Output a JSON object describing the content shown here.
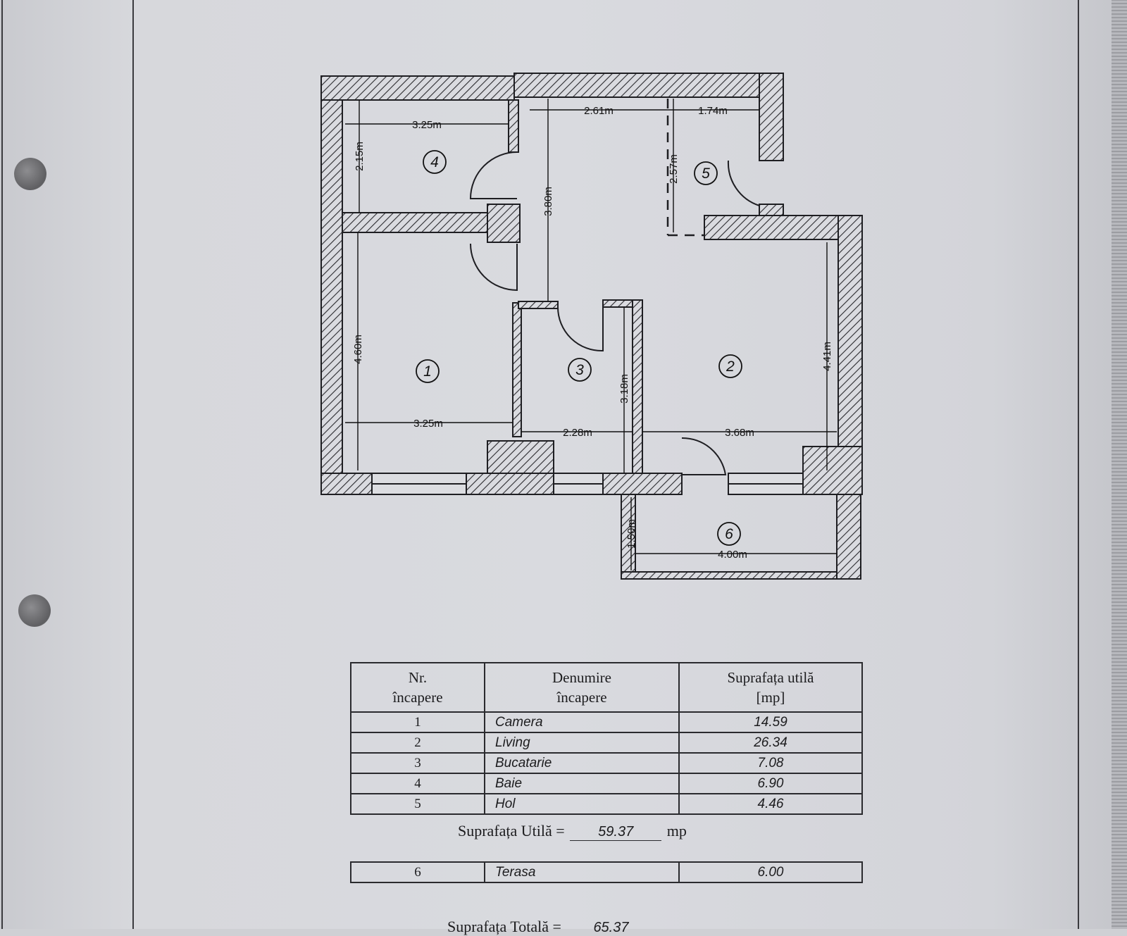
{
  "floor_plan": {
    "rooms": [
      {
        "number": "1"
      },
      {
        "number": "2"
      },
      {
        "number": "3"
      },
      {
        "number": "4"
      },
      {
        "number": "5"
      },
      {
        "number": "6"
      }
    ],
    "dimensions": {
      "r4_width": "3.25m",
      "r4_height": "2.15m",
      "hall_width": "2.61m",
      "r5_width": "1.74m",
      "hall_height": "3.80m",
      "r5_height": "2.57m",
      "r1_height": "4.60m",
      "r1_width": "3.25m",
      "r3_width": "2.28m",
      "r3_height": "3.18m",
      "r2_width": "3.68m",
      "r2_height": "4.41m",
      "r6_height": "1.50m",
      "r6_width": "4.00m"
    }
  },
  "table": {
    "headers": {
      "nr": [
        "Nr.",
        "încapere"
      ],
      "denumire": [
        "Denumire",
        "încapere"
      ],
      "suprafata": [
        "Suprafața utilă",
        "[mp]"
      ]
    },
    "rows": [
      {
        "nr": "1",
        "name": "Camera",
        "area": "14.59"
      },
      {
        "nr": "2",
        "name": "Living",
        "area": "26.34"
      },
      {
        "nr": "3",
        "name": "Bucatarie",
        "area": "7.08"
      },
      {
        "nr": "4",
        "name": "Baie",
        "area": "6.90"
      },
      {
        "nr": "5",
        "name": "Hol",
        "area": "4.46"
      }
    ],
    "utila_label": "Suprafața Utilă =",
    "utila_value": "59.37",
    "utila_unit": "mp",
    "terasa": {
      "nr": "6",
      "name": "Terasa",
      "area": "6.00"
    },
    "total_label": "Suprafața Totală =",
    "total_value": "65.37"
  }
}
